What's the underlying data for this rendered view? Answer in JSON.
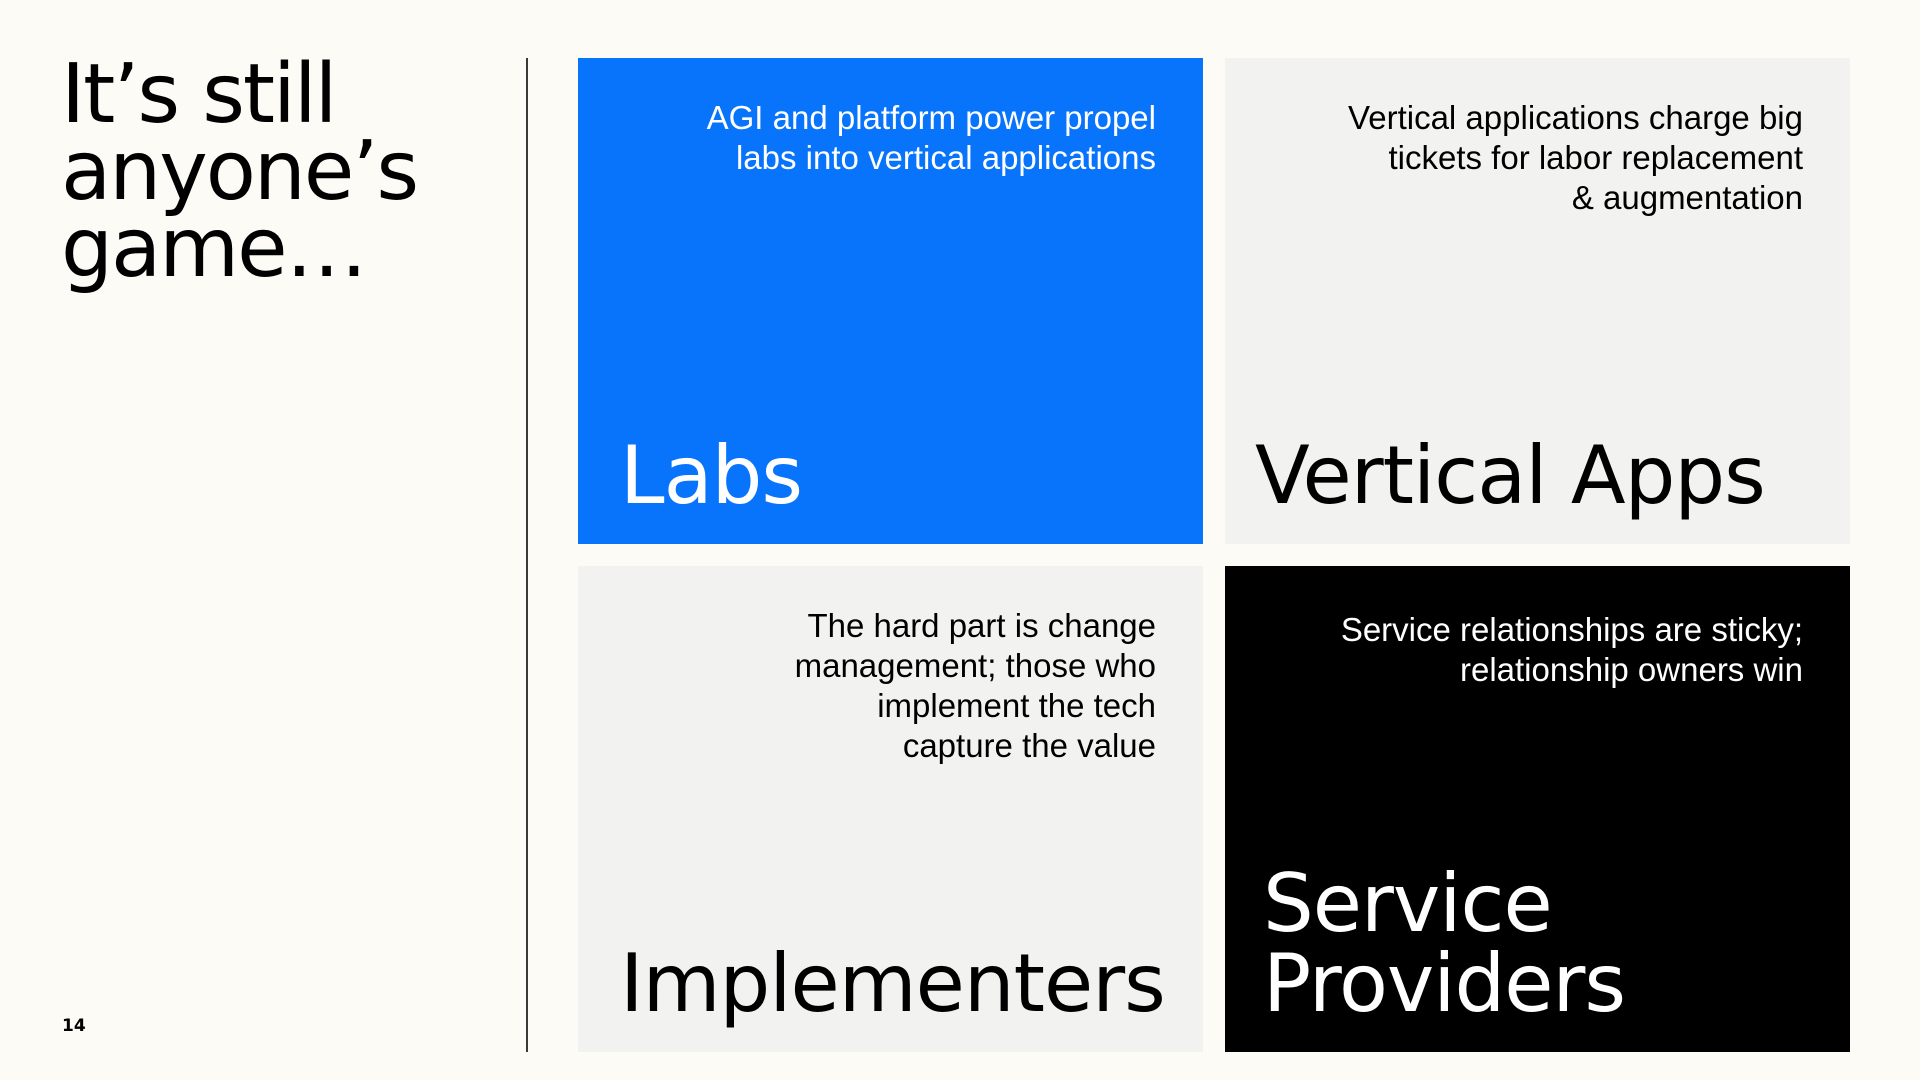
{
  "slide": {
    "title_lines": [
      "It’s still",
      "anyone’s",
      "game…"
    ],
    "page_number": "14"
  },
  "tiles": [
    {
      "name_lines": [
        "Labs"
      ],
      "description_lines": [
        "AGI and platform power propel",
        "labs into vertical applications"
      ],
      "background": "#0873fb",
      "text_color": "#ffffff"
    },
    {
      "name_lines": [
        "Vertical Apps"
      ],
      "description_lines": [
        "Vertical applications charge big",
        "tickets for labor replacement",
        "& augmentation"
      ],
      "background": "#f2f2f1",
      "text_color": "#000000"
    },
    {
      "name_lines": [
        "Implementers"
      ],
      "description_lines": [
        "The hard part is change",
        "management; those who",
        "implement the tech",
        "capture the value"
      ],
      "background": "#f2f2f1",
      "text_color": "#000000"
    },
    {
      "name_lines": [
        "Service",
        "Providers"
      ],
      "description_lines": [
        "Service relationships are sticky;",
        "relationship owners win"
      ],
      "background": "#000000",
      "text_color": "#ffffff"
    }
  ]
}
